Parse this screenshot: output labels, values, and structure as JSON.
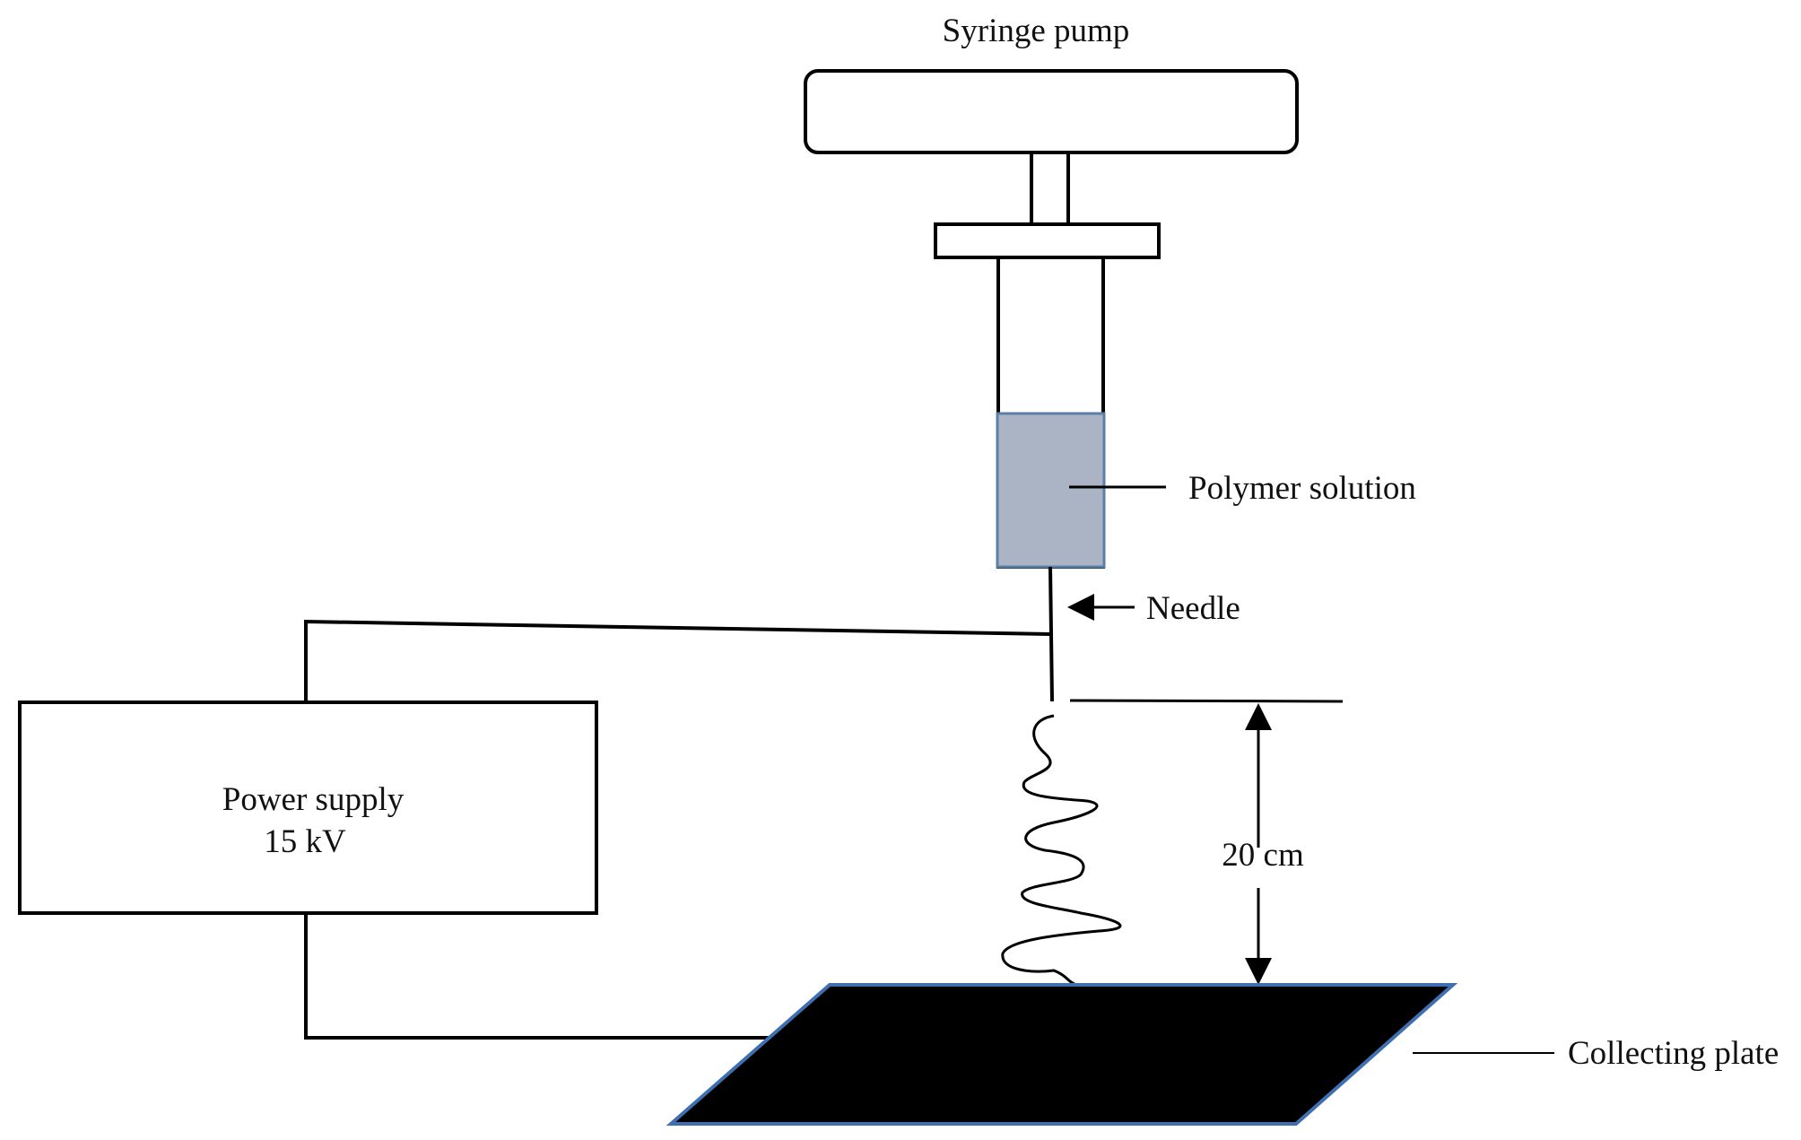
{
  "labels": {
    "syringe_pump": "Syringe pump",
    "polymer_solution": "Polymer solution",
    "needle": "Needle",
    "power_supply_line1": "Power supply",
    "power_supply_line2": "15 kV",
    "distance": "20 cm",
    "collecting_plate": "Collecting plate"
  },
  "colors": {
    "line": "#000000",
    "polymer_fill": "#aab4c4",
    "polymer_stroke": "#5b7fa6",
    "plate_fill": "#000000",
    "plate_edge": "#3f6fb0"
  }
}
